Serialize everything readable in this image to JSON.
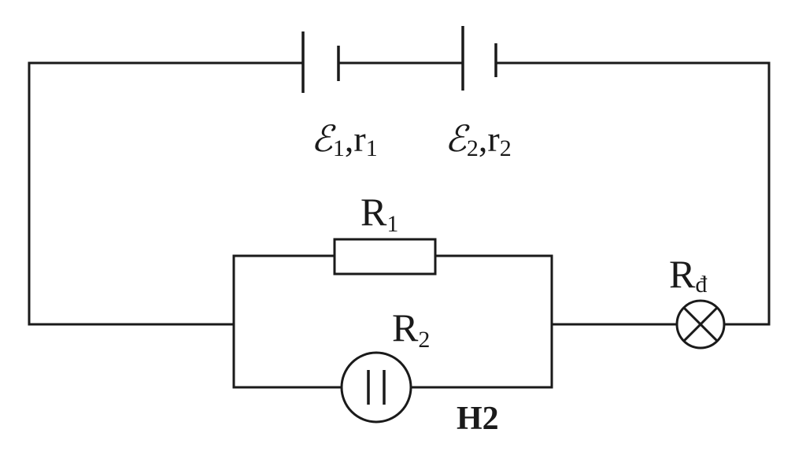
{
  "diagram_label": "H2",
  "source1": {
    "emf_symbol": "ℰ",
    "emf_sub": "1",
    "sep": ",",
    "r": "r",
    "r_sub": "1"
  },
  "source2": {
    "emf_symbol": "ℰ",
    "emf_sub": "2",
    "sep": ",",
    "r": "r",
    "r_sub": "2"
  },
  "resistor1": {
    "name": "R",
    "sub": "1"
  },
  "resistor2": {
    "name": "R",
    "sub": "2"
  },
  "lamp": {
    "name": "R",
    "sub": "đ"
  }
}
